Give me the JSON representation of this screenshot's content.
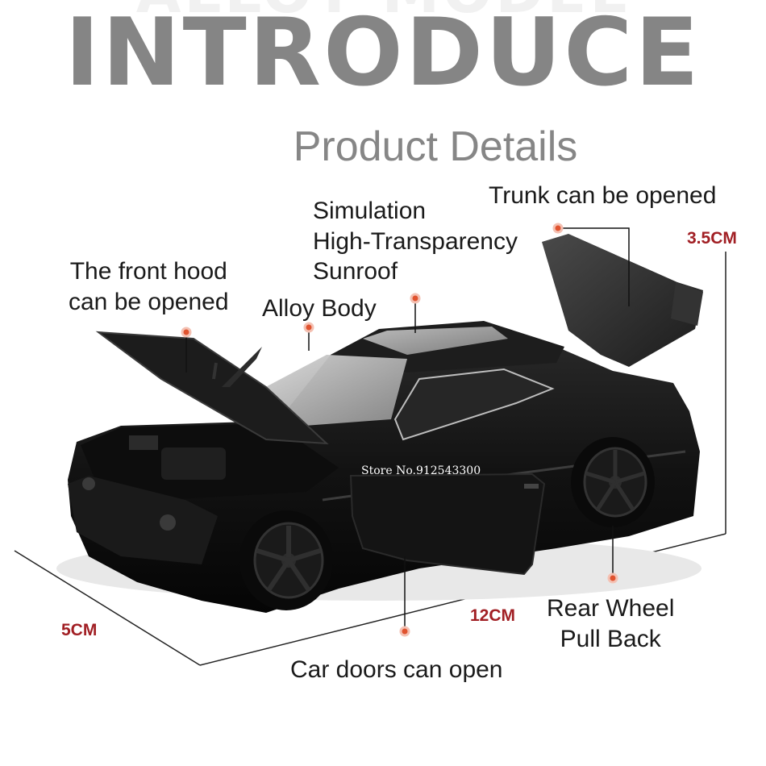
{
  "header": {
    "background_text": "ALLOY MODEL",
    "title": "INTRODUCE",
    "subtitle": "Product Details"
  },
  "callouts": {
    "sunroof": [
      "Simulation",
      "High-Transparency",
      "Sunroof"
    ],
    "trunk": "Trunk can be opened",
    "hood": [
      "The front hood",
      "can be opened"
    ],
    "body": "Alloy Body",
    "wheel": [
      "Rear Wheel",
      "Pull Back"
    ],
    "doors": "Car doors can open"
  },
  "dimensions": {
    "height": "3.5CM",
    "width": "5CM",
    "length": "12CM"
  },
  "watermark": "Store No.912543300",
  "colors": {
    "title_gray": "#858585",
    "dimension_red": "#a11f24",
    "dot_orange": "#e0532f",
    "car_black": "#111111"
  }
}
